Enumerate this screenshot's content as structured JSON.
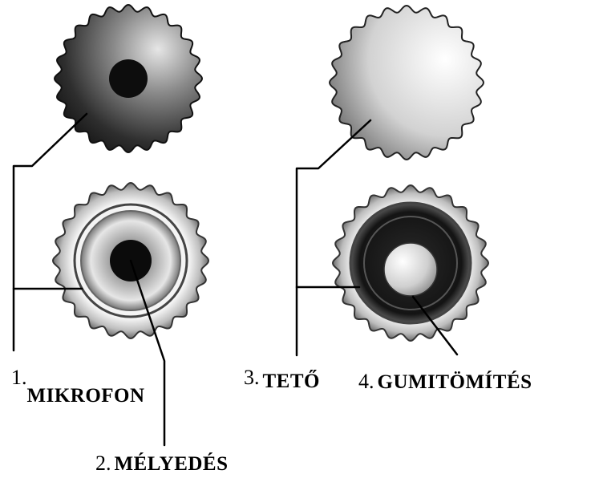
{
  "labels": [
    {
      "num": "1.",
      "text": "MIKROFON"
    },
    {
      "num": "2.",
      "text": "MÉLYEDÉS"
    },
    {
      "num": "3.",
      "text": "TETŐ"
    },
    {
      "num": "4.",
      "text": "GUMITÖMÍTÉS"
    }
  ]
}
